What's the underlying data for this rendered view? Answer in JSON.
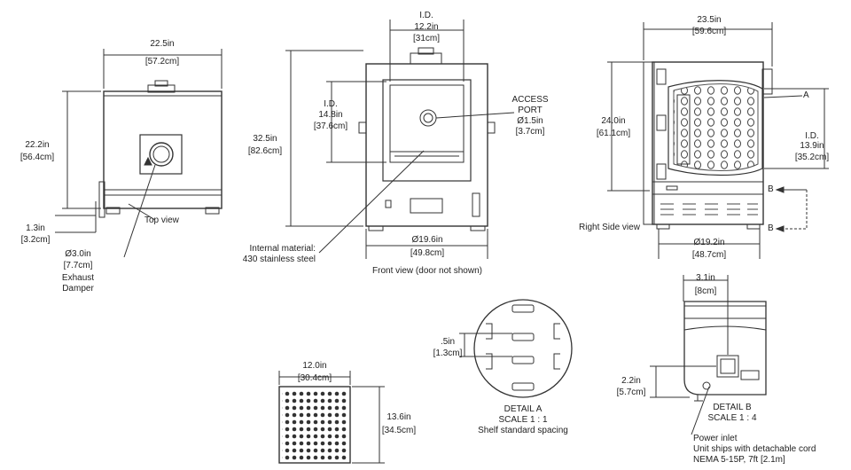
{
  "top_view": {
    "width_in": "22.5in",
    "width_cm": "[57.2cm]",
    "height_in": "22.2in",
    "height_cm": "[56.4cm]",
    "foot_in": "1.3in",
    "foot_cm": "[3.2cm]",
    "damper_in": "Ø3.0in",
    "damper_cm": "[7.7cm]",
    "damper_label_1": "Exhaust",
    "damper_label_2": "Damper",
    "title": "Top view"
  },
  "front_view": {
    "id_label": "I.D.",
    "id_width_in": "12.2in",
    "id_width_cm": "[31cm]",
    "height_in": "32.5in",
    "height_cm": "[82.6cm]",
    "id_height_label": "I.D.",
    "id_height_in": "14.8in",
    "id_height_cm": "[37.6cm]",
    "port_label_1": "ACCESS",
    "port_label_2": "PORT",
    "port_in": "Ø1.5in",
    "port_cm": "[3.7cm]",
    "material_1": "Internal material:",
    "material_2": "430 stainless steel",
    "width_in": "Ø19.6in",
    "width_cm": "[49.8cm]",
    "title": "Front view (door not shown)"
  },
  "side_view": {
    "width_in": "23.5in",
    "width_cm": "[59.6cm]",
    "height_in": "24.0in",
    "height_cm": "[61.1cm]",
    "id_label": "I.D.",
    "id_in": "13.9in",
    "id_cm": "[35.2cm]",
    "callout_a": "A",
    "callout_b1": "B",
    "callout_b2": "B",
    "foot_in": "Ø19.2in",
    "foot_cm": "[48.7cm]",
    "title": "Right Side view"
  },
  "shelf": {
    "width_in": "12.0in",
    "width_cm": "[30.4cm]",
    "height_in": "13.6in",
    "height_cm": "[34.5cm]"
  },
  "detail_a": {
    "spacing_in": ".5in",
    "spacing_cm": "[1.3cm]",
    "title": "DETAIL A",
    "scale": "SCALE 1 : 1",
    "caption": "Shelf standard spacing"
  },
  "detail_b": {
    "width_in": "3.1in",
    "width_cm": "[8cm]",
    "height_in": "2.2in",
    "height_cm": "[5.7cm]",
    "title": "DETAIL B",
    "scale": "SCALE 1 : 4",
    "note_1": "Power inlet",
    "note_2": "Unit ships with detachable cord",
    "note_3": "NEMA 5-15P, 7ft [2.1m]"
  }
}
